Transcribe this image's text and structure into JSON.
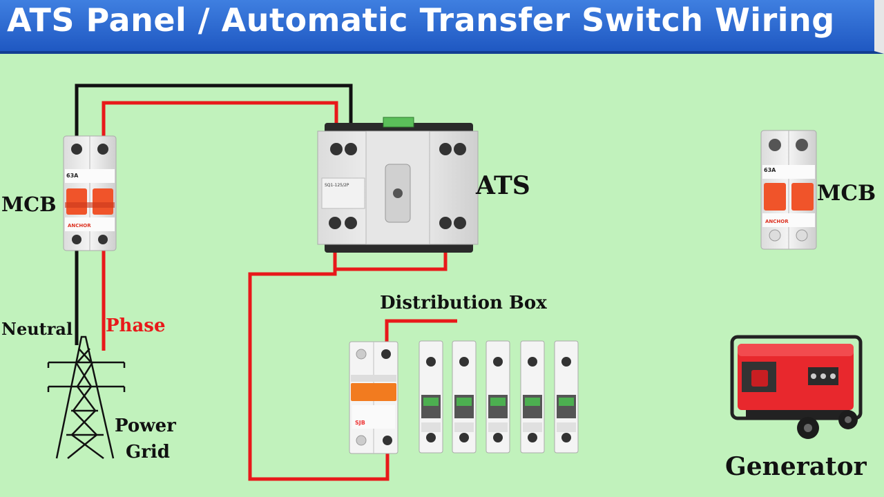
{
  "title": "ATS Panel / Automatic Transfer Switch Wiring",
  "labels": {
    "mcb_left": "MCB",
    "mcb_right": "MCB",
    "ats": "ATS",
    "distribution_box": "Distribution Box",
    "neutral": "Neutral",
    "phase": "Phase",
    "power_grid_line1": "Power",
    "power_grid_line2": "Grid",
    "generator": "Generator"
  },
  "device_text": {
    "mcb_rating": "63A",
    "mcb_brand": "ANCHOR",
    "ats_model": "SQ1-125/2P",
    "db_brand": "SJB"
  },
  "colors": {
    "background": "#c1f2bc",
    "title_bar": "#2a66cf",
    "phase_wire": "#e8191a",
    "neutral_wire": "#111111",
    "breaker_handle": "#f0542a",
    "generator_body": "#e8282d"
  }
}
